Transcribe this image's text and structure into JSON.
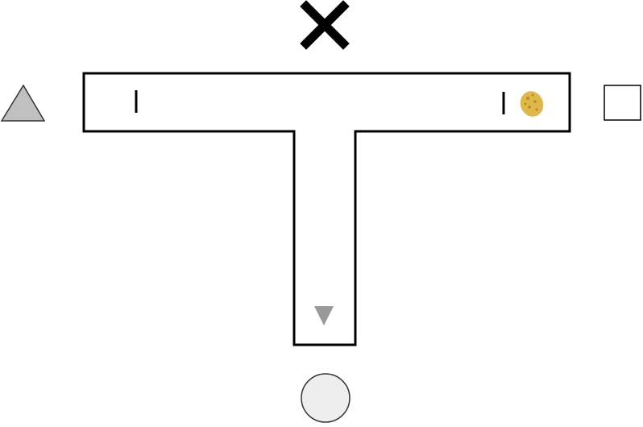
{
  "maze": {
    "shape": "T-maze",
    "background": "#ffffff",
    "wall_color": "#000000",
    "floor_color": "#ffffff"
  },
  "cues": {
    "top": {
      "icon": "x-cross-icon",
      "color": "#000000"
    },
    "left": {
      "icon": "triangle-icon",
      "fill": "#c0c0c0",
      "stroke": "#333333"
    },
    "right": {
      "icon": "square-icon",
      "fill": "#ffffff",
      "stroke": "#000000"
    },
    "bottom": {
      "icon": "circle-icon",
      "fill": "#eeeeee",
      "stroke": "#333333"
    }
  },
  "markers": {
    "left_arm_marker": {
      "icon": "vertical-bar-marker",
      "color": "#000000"
    },
    "right_arm_marker": {
      "icon": "vertical-bar-marker",
      "color": "#000000"
    },
    "start_arrow": {
      "icon": "down-triangle-icon",
      "color": "#999999"
    },
    "reward": {
      "icon": "food-pellet-icon",
      "color": "#e0b84a",
      "spot_color": "#b8892a"
    }
  }
}
